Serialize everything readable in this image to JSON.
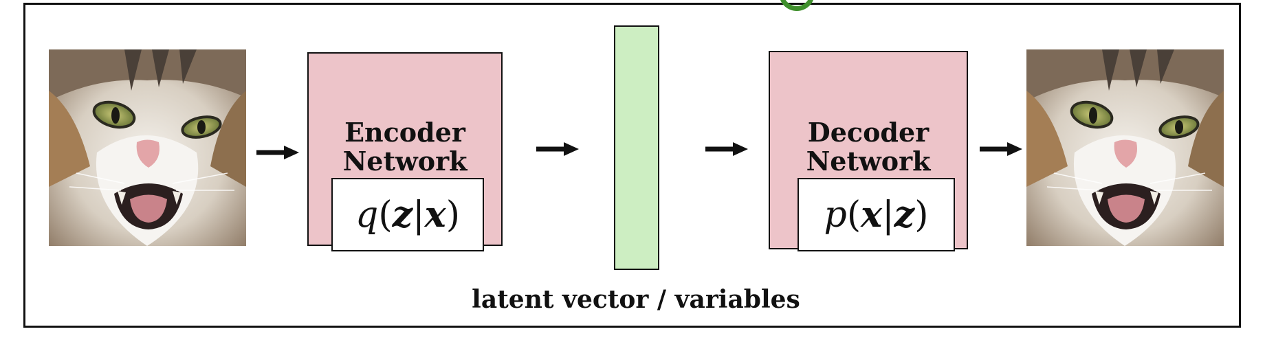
{
  "encoder": {
    "title_line1": "Encoder",
    "title_line2": "Network",
    "formula_symbol": "q",
    "formula_arg1": "z",
    "formula_arg2": "x"
  },
  "decoder": {
    "title_line1": "Decoder",
    "title_line2": "Network",
    "formula_symbol": "p",
    "formula_arg1": "x",
    "formula_arg2": "z"
  },
  "latent": {
    "caption": "latent vector / variables"
  },
  "colors": {
    "network_box": "#edc4c9",
    "latent_box": "#cdeec2",
    "title_accent": "#3f8f2c"
  },
  "images": {
    "input": "cat-photo",
    "output": "cat-photo-reconstructed"
  }
}
